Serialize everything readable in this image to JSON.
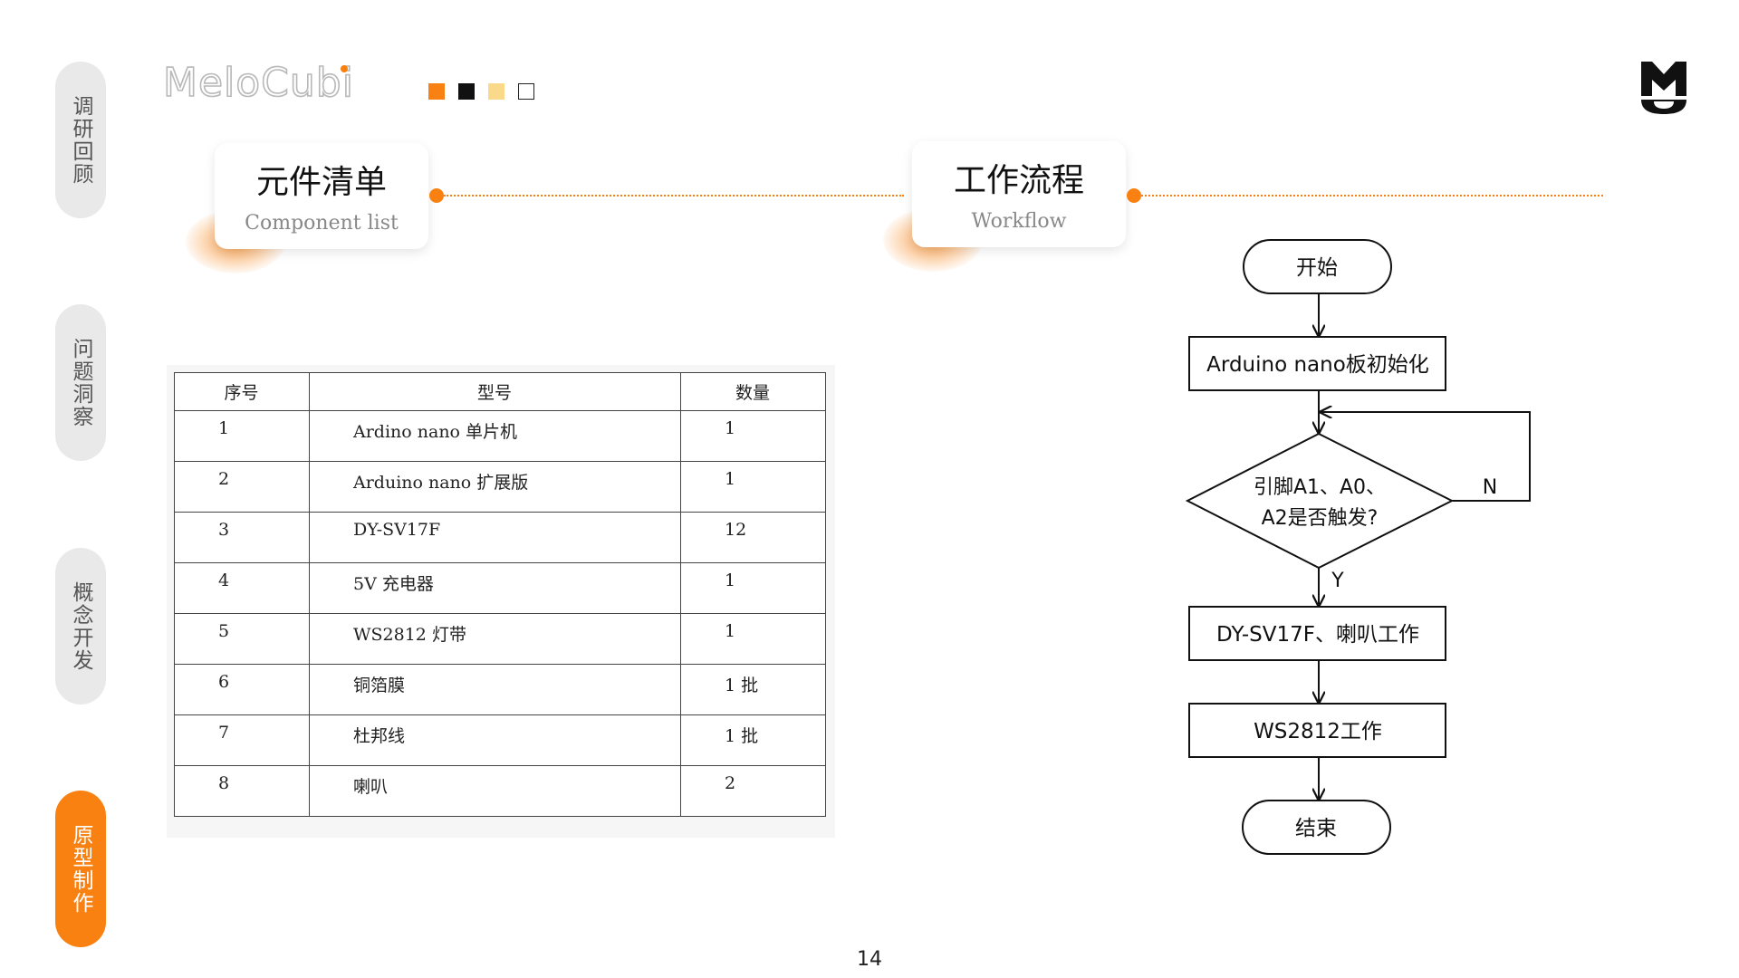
{
  "nav": {
    "items": [
      {
        "label": "调研回顾",
        "active": false
      },
      {
        "label": "问题洞察",
        "active": false
      },
      {
        "label": "概念开发",
        "active": false
      },
      {
        "label": "原型制作",
        "active": true
      }
    ]
  },
  "header": {
    "logo_text": "MeloCubi",
    "squares": [
      "#f88111",
      "#111111",
      "#fbd98a",
      "#ffffff"
    ],
    "brand_mark": "M-icon"
  },
  "sections": {
    "components": {
      "title_zh": "元件清单",
      "title_en": "Component list"
    },
    "workflow": {
      "title_zh": "工作流程",
      "title_en": "Workflow"
    }
  },
  "table": {
    "headers": [
      "序号",
      "型号",
      "数量"
    ],
    "rows": [
      [
        "1",
        "Ardino nano 单片机",
        "1"
      ],
      [
        "2",
        "Arduino nano 扩展版",
        "1"
      ],
      [
        "3",
        "DY-SV17F",
        "12"
      ],
      [
        "4",
        "5V 充电器",
        "1"
      ],
      [
        "5",
        "WS2812 灯带",
        "1"
      ],
      [
        "6",
        "铜箔膜",
        "1 批"
      ],
      [
        "7",
        "杜邦线",
        "1 批"
      ],
      [
        "8",
        "喇叭",
        "2"
      ]
    ]
  },
  "flowchart": {
    "start": "开始",
    "init": "Arduino nano板初始化",
    "decision_line1": "引脚A1、A0、",
    "decision_line2": "A2是否触发?",
    "no_label": "N",
    "yes_label": "Y",
    "step1": "DY-SV17F、喇叭工作",
    "step2": "WS2812工作",
    "end": "结束"
  },
  "footer": {
    "page_number": "14"
  },
  "colors": {
    "accent": "#f88111",
    "pill_bg": "#e9e9e9"
  }
}
